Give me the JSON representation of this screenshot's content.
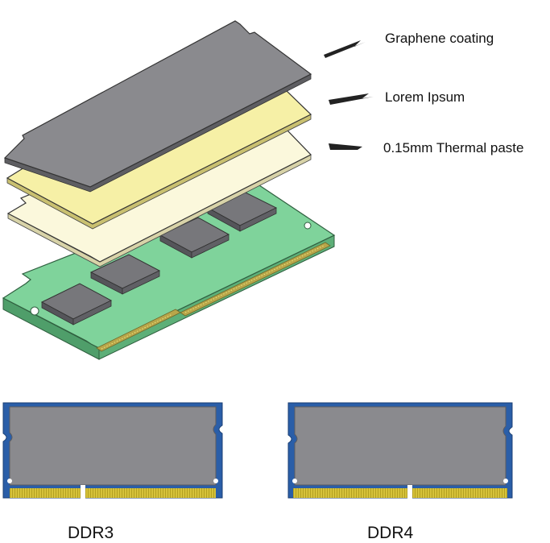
{
  "labels": {
    "top_layer": "Graphene coating",
    "middle_layer": "Lorem Ipsum",
    "bottom_layer": "0.15mm Thermal paste"
  },
  "modules": [
    {
      "name": "DDR3"
    },
    {
      "name": "DDR4"
    }
  ],
  "colors": {
    "graphene": "#8a8a8e",
    "lorem_layer": "#f6f0a6",
    "thermal_paste": "#fbf8dc",
    "pcb_green": "#7fd39b",
    "chip_gray": "#6e6e72",
    "pcb_blue": "#2a5ea8",
    "gold_contacts": "#d6c23a",
    "arrow": "#222222"
  }
}
